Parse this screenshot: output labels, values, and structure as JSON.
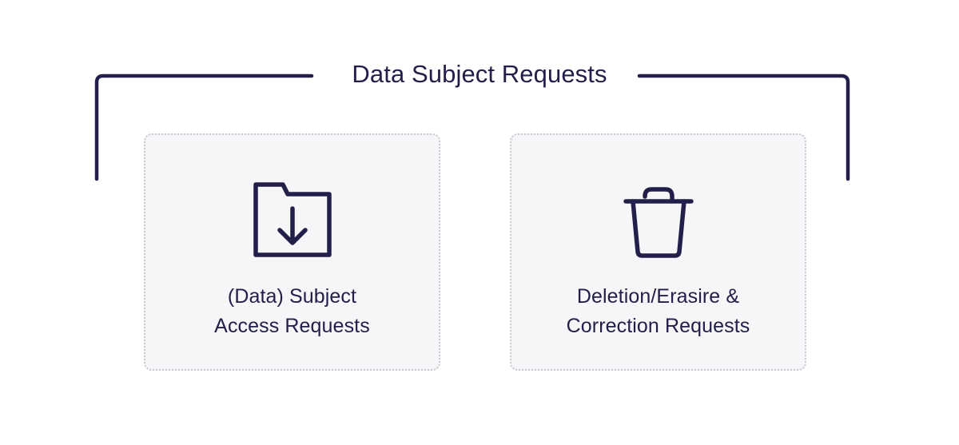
{
  "diagram": {
    "title": "Data Subject Requests",
    "title_name": "data-subject-requests",
    "background_color": "#ffffff",
    "accent_color": "#22204a",
    "card_fill_color": "#f6f6f8",
    "card_border_color": "#c9c9d2"
  },
  "bracket": {
    "name": "group-bracket",
    "color": "#22204a",
    "stroke_width": 4
  },
  "cards": [
    {
      "id": "dsar",
      "icon": "folder-download-icon",
      "label_line_1": "(Data) Subject",
      "label_line_2": "Access Requests"
    },
    {
      "id": "deletion",
      "icon": "trash-can-icon",
      "label_line_1": "Deletion/Erasire &",
      "label_line_2": "Correction Requests"
    }
  ]
}
